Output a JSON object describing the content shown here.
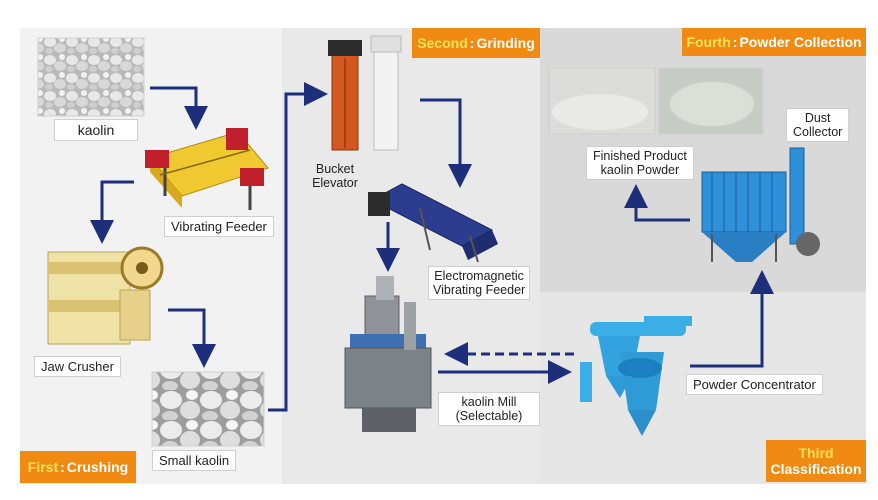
{
  "stages": {
    "first": {
      "number": "First",
      "separator": ":",
      "name": "Crushing"
    },
    "second": {
      "number": "Second",
      "separator": ":",
      "name": "Grinding"
    },
    "third": {
      "number": "Third",
      "name": "Classification"
    },
    "fourth": {
      "number": "Fourth",
      "separator": ":",
      "name": "Powder Collection"
    }
  },
  "labels": {
    "kaolin": "kaolin",
    "vibrating_feeder": "Vibrating Feeder",
    "jaw_crusher": "Jaw Crusher",
    "small_kaolin": "Small kaolin",
    "bucket_elevator_1": "Bucket",
    "bucket_elevator_2": "Elevator",
    "electromagnetic_1": "Electromagnetic",
    "electromagnetic_2": "Vibrating Feeder",
    "mill_1": "kaolin  Mill",
    "mill_2": "(Selectable)",
    "finished_1": "Finished Product",
    "finished_2": "kaolin Powder",
    "dust_1": "Dust",
    "dust_2": "Collector",
    "powder_concentrator": "Powder Concentrator"
  },
  "colors": {
    "stage_tag": "#f18a12",
    "stage_number": "#ffe25a",
    "arrow": "#1d2f7a",
    "machine_blue": "#2f8fd8",
    "feeder_red": "#c0202b"
  }
}
